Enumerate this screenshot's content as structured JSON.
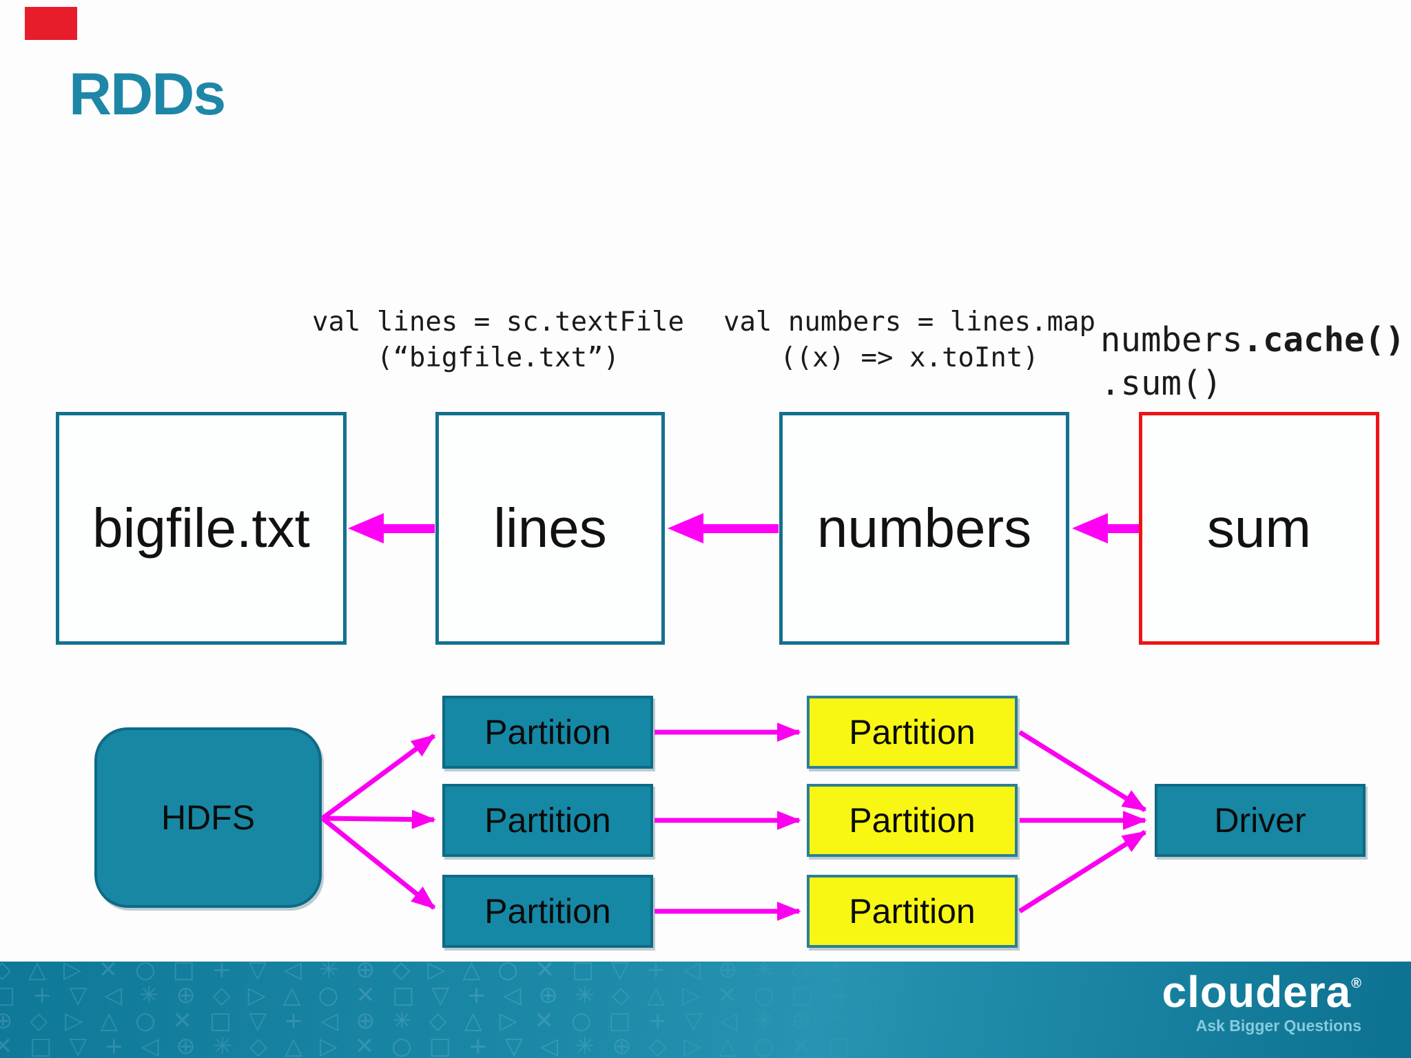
{
  "slide": {
    "title": "RDDs"
  },
  "marker": {
    "color": "#e91c2b"
  },
  "code_snippets": {
    "textfile_line1": "val lines = sc.textFile",
    "textfile_line2": "(“bigfile.txt”)",
    "map_line1": "val numbers = lines.map",
    "map_line2": "((x) => x.toInt)",
    "cache_prefix": "numbers",
    "cache_bold": ".cache()",
    "sum_line": ".sum()"
  },
  "rdd_boxes": [
    {
      "label": "bigfile.txt",
      "border_color": "#15708e"
    },
    {
      "label": "lines",
      "border_color": "#15708e"
    },
    {
      "label": "numbers",
      "border_color": "#15708e"
    },
    {
      "label": "sum",
      "border_color": "#ee1416"
    }
  ],
  "lower_diagram": {
    "source": {
      "label": "HDFS",
      "fill": "#1787a4"
    },
    "stage1": [
      {
        "label": "Partition"
      },
      {
        "label": "Partition"
      },
      {
        "label": "Partition"
      }
    ],
    "stage2": [
      {
        "label": "Partition"
      },
      {
        "label": "Partition"
      },
      {
        "label": "Partition"
      }
    ],
    "sink": {
      "label": "Driver",
      "fill": "#1787a4"
    },
    "stage1_fill": "#1588a6",
    "stage2_fill": "#f7f713",
    "arrow_color": "#fb00ef"
  },
  "footer": {
    "brand": "cloudera",
    "registered": "®",
    "tagline": "Ask Bigger Questions",
    "bar_color": "#1d8aa9"
  },
  "colors": {
    "title_teal": "#1e87a8",
    "box_border_teal": "#15708e",
    "box_border_red": "#ee1416",
    "node_fill_teal": "#1787a4",
    "partition_yellow": "#f7f713",
    "arrow_magenta": "#fe00f4"
  }
}
